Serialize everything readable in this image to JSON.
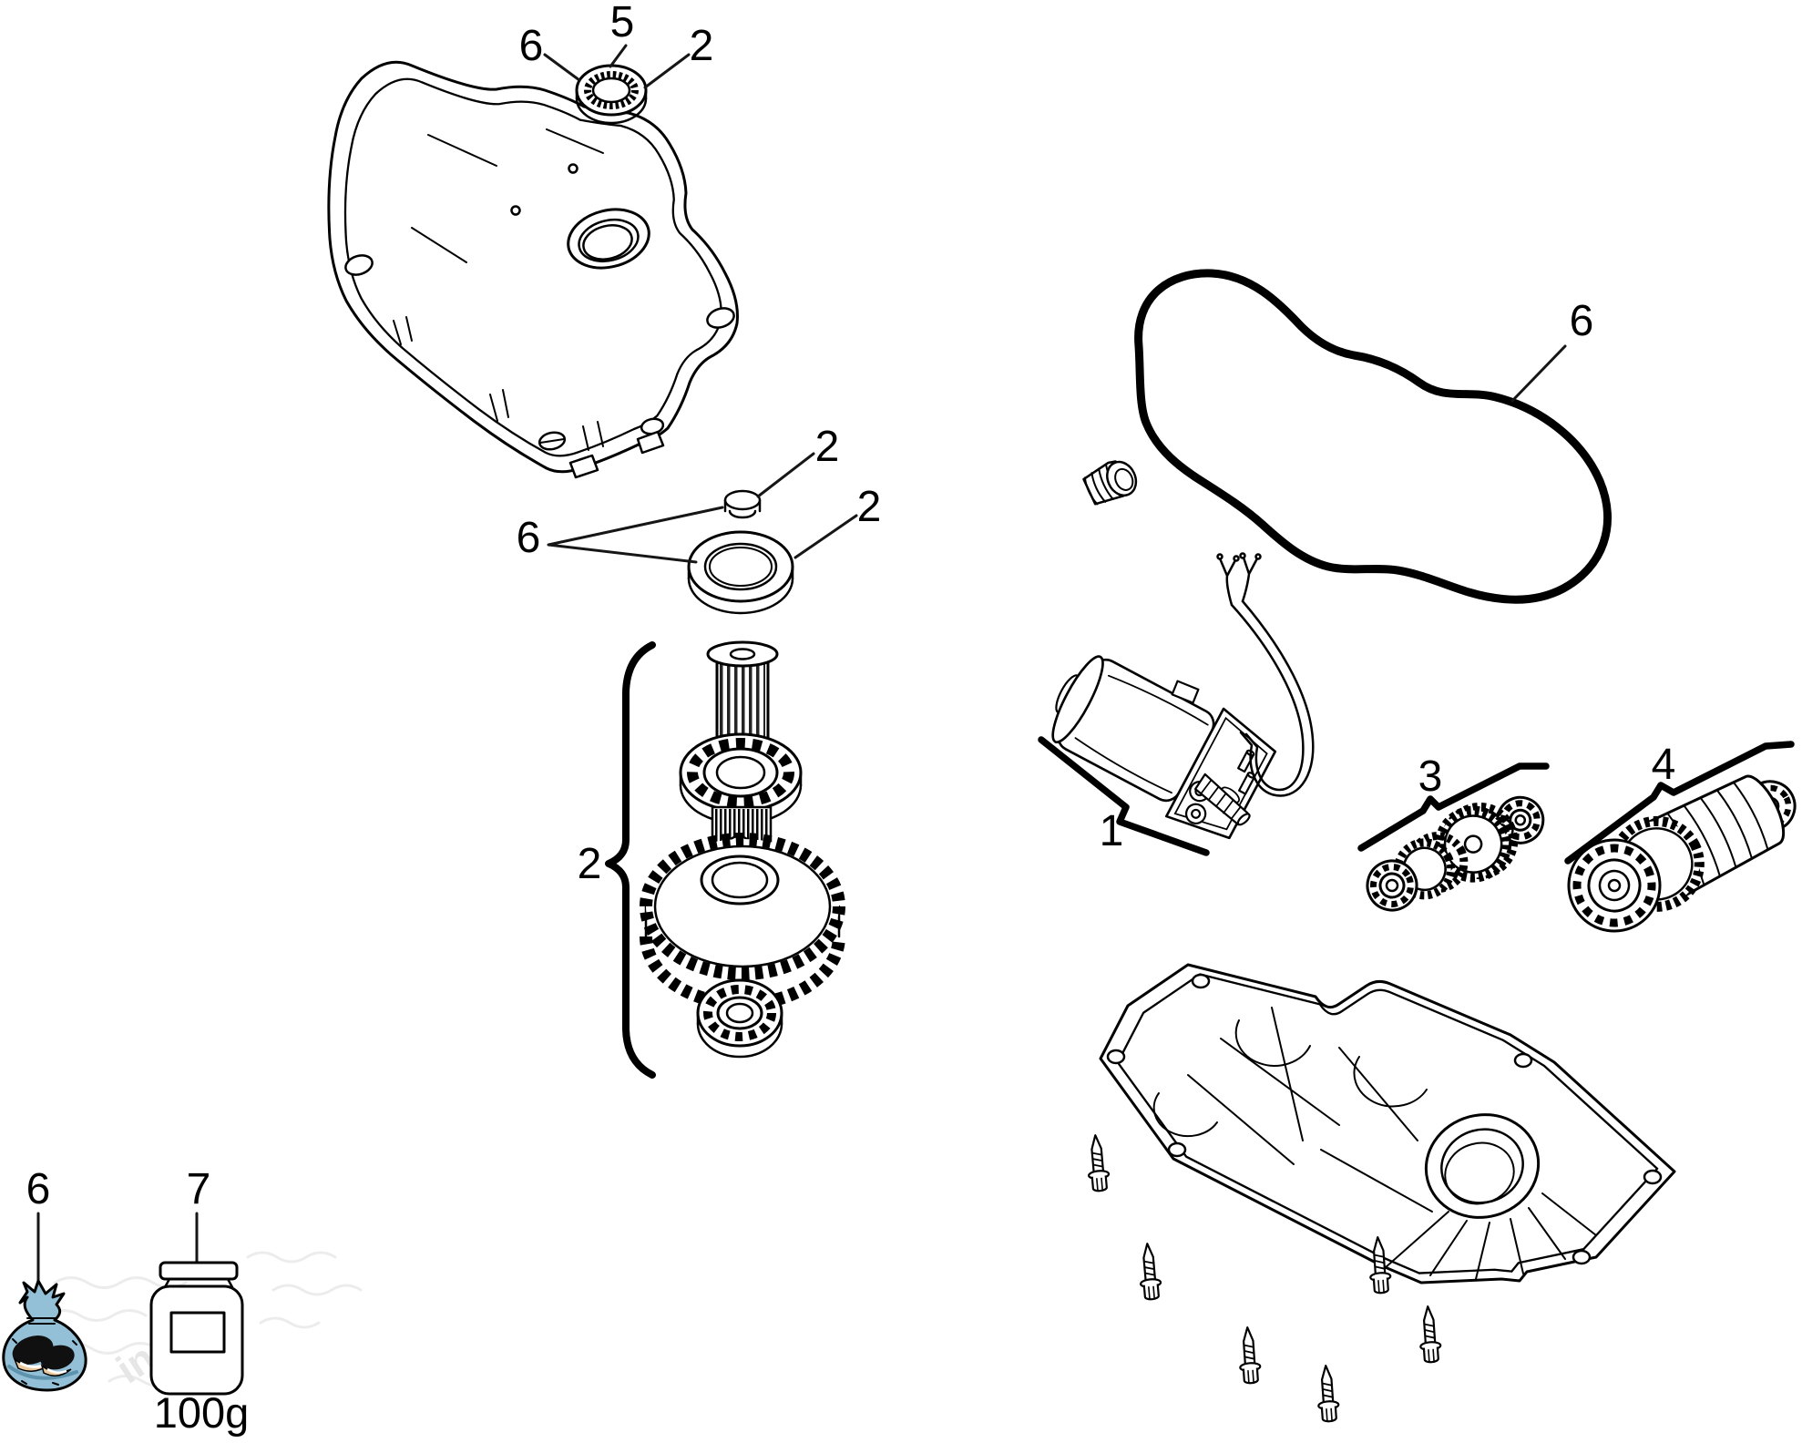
{
  "diagram": {
    "background": "#ffffff",
    "line_color": "#000000",
    "callouts": {
      "cover_washer_6": "6",
      "cover_washer_5": "5",
      "cover_washer_2": "2",
      "cover_plug_2": "2",
      "cover_seals_6": "6",
      "cover_seal_2": "2",
      "gear_shaft_group_2": "2",
      "motor_1": "1",
      "gasket_6": "6",
      "idler_gear_3": "3",
      "drive_gear_4": "4",
      "seal_bag_6": "6",
      "grease_jar_7": "7"
    },
    "labels": {
      "grease_weight": "100g",
      "watermark": "incors"
    },
    "colors": {
      "bag_blue": "#93c0d6",
      "bag_blue_dark": "#5e93ad",
      "seal_tan": "#ebc99d",
      "watermark_gray": "#e6e6e6"
    }
  }
}
